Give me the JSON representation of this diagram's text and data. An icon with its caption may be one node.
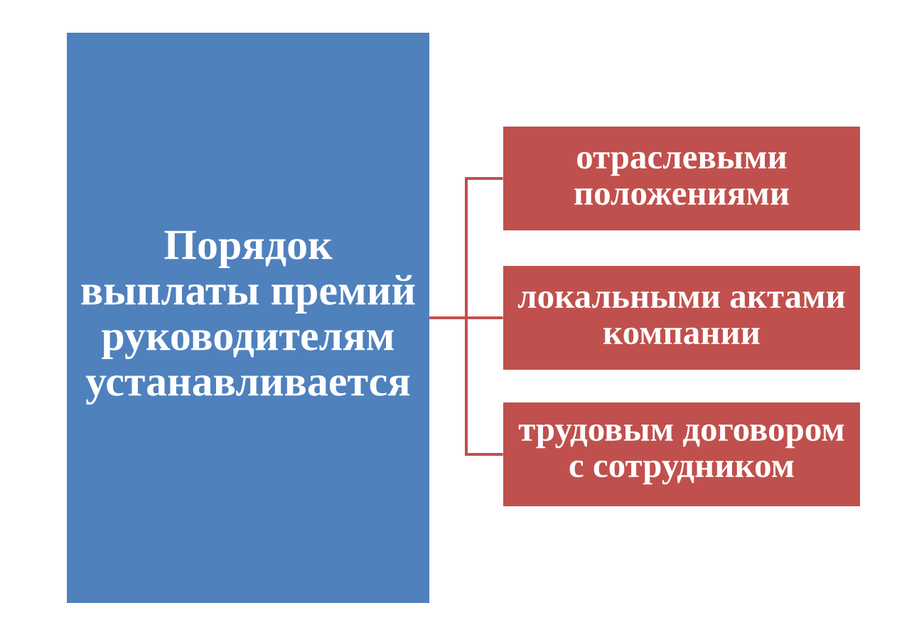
{
  "diagram": {
    "nodes": [
      {
        "text": [
          "Порядок выплаты премий руководителям устанавливается"
        ]
      },
      {
        "text": [
          "отраслевыми положениями"
        ]
      },
      {
        "text": [
          "локальными актами компании"
        ]
      },
      {
        "text": [
          "трудовым договором с сотрудником"
        ]
      }
    ],
    "edges": [
      {
        "from": 0,
        "to": 1,
        "arrow": "none"
      },
      {
        "from": 0,
        "to": 2,
        "arrow": "none"
      },
      {
        "from": 0,
        "to": 3,
        "arrow": "none"
      }
    ]
  }
}
